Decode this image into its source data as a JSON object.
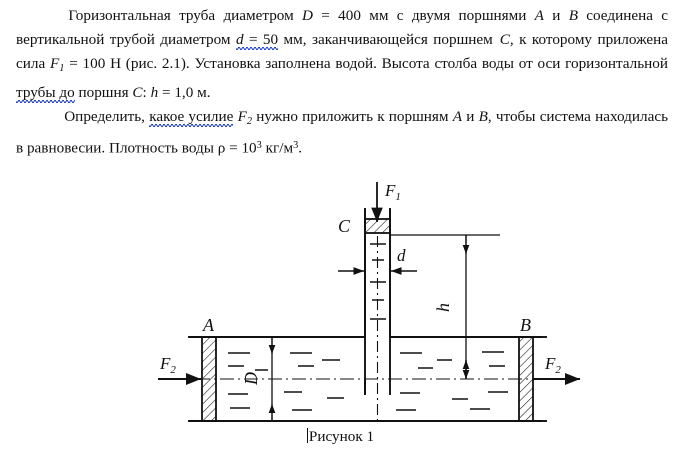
{
  "document": {
    "paragraphs": [
      {
        "id": "problem-statement",
        "segments": [
          {
            "text": "Горизонтальная труба диаметром "
          },
          {
            "text": "D",
            "style": "italic"
          },
          {
            "text": " = 400 мм с двумя поршнями "
          },
          {
            "text": "A",
            "style": "italic"
          },
          {
            "text": " и "
          },
          {
            "text": "B",
            "style": "italic"
          },
          {
            "text": " соединена с вертикальной трубой диаметром "
          },
          {
            "text": "d =  50",
            "style": "italic-squiggle"
          },
          {
            "text": " мм, заканчивающейся поршнем "
          },
          {
            "text": "C",
            "style": "italic"
          },
          {
            "text": ", к которому приложена сила "
          },
          {
            "text": "F1",
            "style": "italic-sub"
          },
          {
            "text": " = 100 Н (рис. 2.1). Установка заполнена водой. Высота столба воды от оси горизонтальной "
          },
          {
            "text": "трубы   до",
            "style": "squiggle"
          },
          {
            "text": " поршня "
          },
          {
            "text": "C",
            "style": "italic"
          },
          {
            "text": ": "
          },
          {
            "text": "h",
            "style": "italic"
          },
          {
            "text": " = 1,0 м."
          }
        ],
        "plain_text": "Горизонтальная труба диаметром D = 400 мм с двумя поршнями A и B соединена с вертикальной трубой диаметром d =  50 мм, заканчивающейся поршнем  C, к которому приложена сила F1 = 100 Н (рис. 2.1). Установка заполнена водой. Высота столба воды от оси горизонтальной трубы   до поршня C: h = 1,0 м."
      },
      {
        "id": "question",
        "plain_text": "Определить, какое  усилие F2 нужно приложить к поршням A и B, чтобы система находилась в равновесии. Плотность воды ρ = 103 кг/м3."
      }
    ],
    "line1_a": "Горизонтальная труба диаметром ",
    "line1_var_D": "D",
    "line1_b": " = 400 мм с двумя поршнями ",
    "line1_var_A": "A",
    "line1_c": " и ",
    "line1_var_B": "B",
    "line2_a": " соединена с вертикальной трубой диаметром ",
    "line2_var_d": "d",
    "line2_eq": " =   50",
    "line2_b": " мм, заканчивающейся поршнем",
    "line3_var_C": "C",
    "line3_a": ", к которому приложена сила ",
    "line3_var_F": "F",
    "line3_sub": "1",
    "line3_b": " = 100 Н (рис. 2.1). Установка заполнена водой. Высота столба воды от оси горизонтальной ",
    "line4_squiggle": "трубы    до",
    "line4_a": " поршня ",
    "line4_var_C": "C",
    "line4_b": ": ",
    "line4_var_h": "h",
    "line4_c": " = 1,0 м.",
    "p2_a": "Определить, ",
    "p2_squiggle": "какое   усилие",
    "p2_b": " ",
    "p2_var_F": "F",
    "p2_sub": "2",
    "p2_c": " нужно приложить к поршням ",
    "p2_var_A": "A",
    "p2_d": " и ",
    "p2_var_B": "B",
    "p2_e": ", чтобы система находилась в равновесии. Плотность воды ρ = 10",
    "p2_sup": "3",
    "p2_f": " кг/м",
    "p2_sup2": "3",
    "p2_g": "."
  },
  "figure": {
    "caption": "Рисунок 1",
    "labels": {
      "force_top": "F",
      "force_top_sub": "1",
      "piston_c": "C",
      "diameter_small": "d",
      "height": "h",
      "piston_a": "A",
      "piston_b": "B",
      "diameter_big": "D",
      "force_left": "F",
      "force_left_sub": "2",
      "force_right": "F",
      "force_right_sub": "2"
    },
    "description": "Горизонтальная труба диаметром D с поршнями A слева и B справа, соединённая вертикальной трубой диаметром d с поршнем C сверху; высота столба воды h"
  },
  "colors": {
    "ink": "#111111",
    "spellcheck_underline": "#2a49c8",
    "page_background": "#ffffff"
  }
}
